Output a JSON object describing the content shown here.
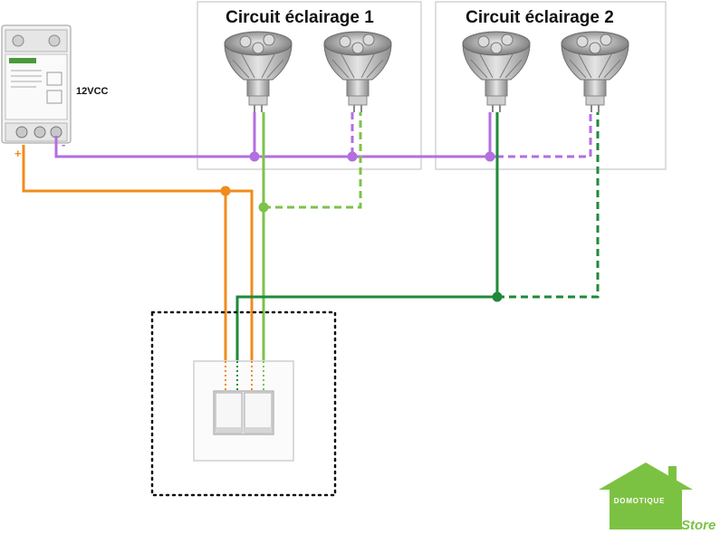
{
  "circuits": [
    {
      "title": "Circuit éclairage 1"
    },
    {
      "title": "Circuit éclairage 2"
    }
  ],
  "power_supply": {
    "voltage_label": "12VCC",
    "plus_label": "+",
    "minus_label": "-"
  },
  "logo": {
    "text_top": "DOMOTIQUE",
    "text_script": "Store",
    "color": "#7cc242"
  },
  "colors": {
    "negative_wire": "#b36ee0",
    "positive_wire": "#f08c1c",
    "circuit1_wire": "#7ec24a",
    "circuit2_wire": "#1f8a3a",
    "frame": "#c8c8c8"
  }
}
